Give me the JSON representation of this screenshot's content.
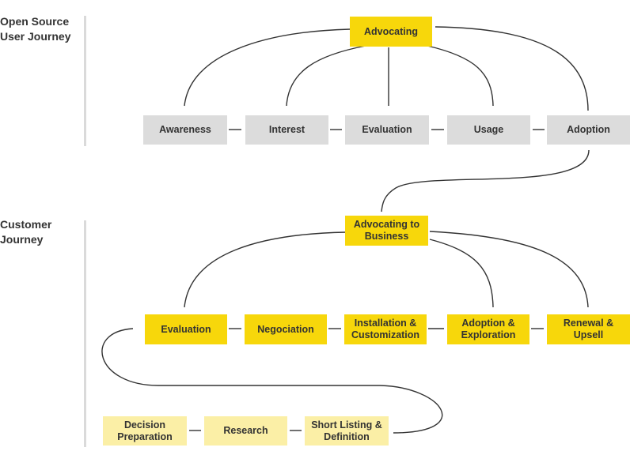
{
  "sections": {
    "open_source": "Open Source\nUser Journey",
    "customer": "Customer\nJourney"
  },
  "open_source": {
    "hub": "Advocating",
    "stages": [
      "Awareness",
      "Interest",
      "Evaluation",
      "Usage",
      "Adoption"
    ]
  },
  "customer": {
    "hub": "Advocating to\nBusiness",
    "stages": [
      "Evaluation",
      "Negociation",
      "Installation &\nCustomization",
      "Adoption &\nExploration",
      "Renewal &\nUpsell"
    ]
  },
  "pre_customer": {
    "stages": [
      "Decision\nPreparation",
      "Research",
      "Short Listing &\nDefinition"
    ]
  },
  "colors": {
    "gray_box": "#dcdcdc",
    "yellow_box": "#f7d70b",
    "pale_yellow_box": "#fbefa6",
    "text": "#333333",
    "divider": "#dadada"
  }
}
